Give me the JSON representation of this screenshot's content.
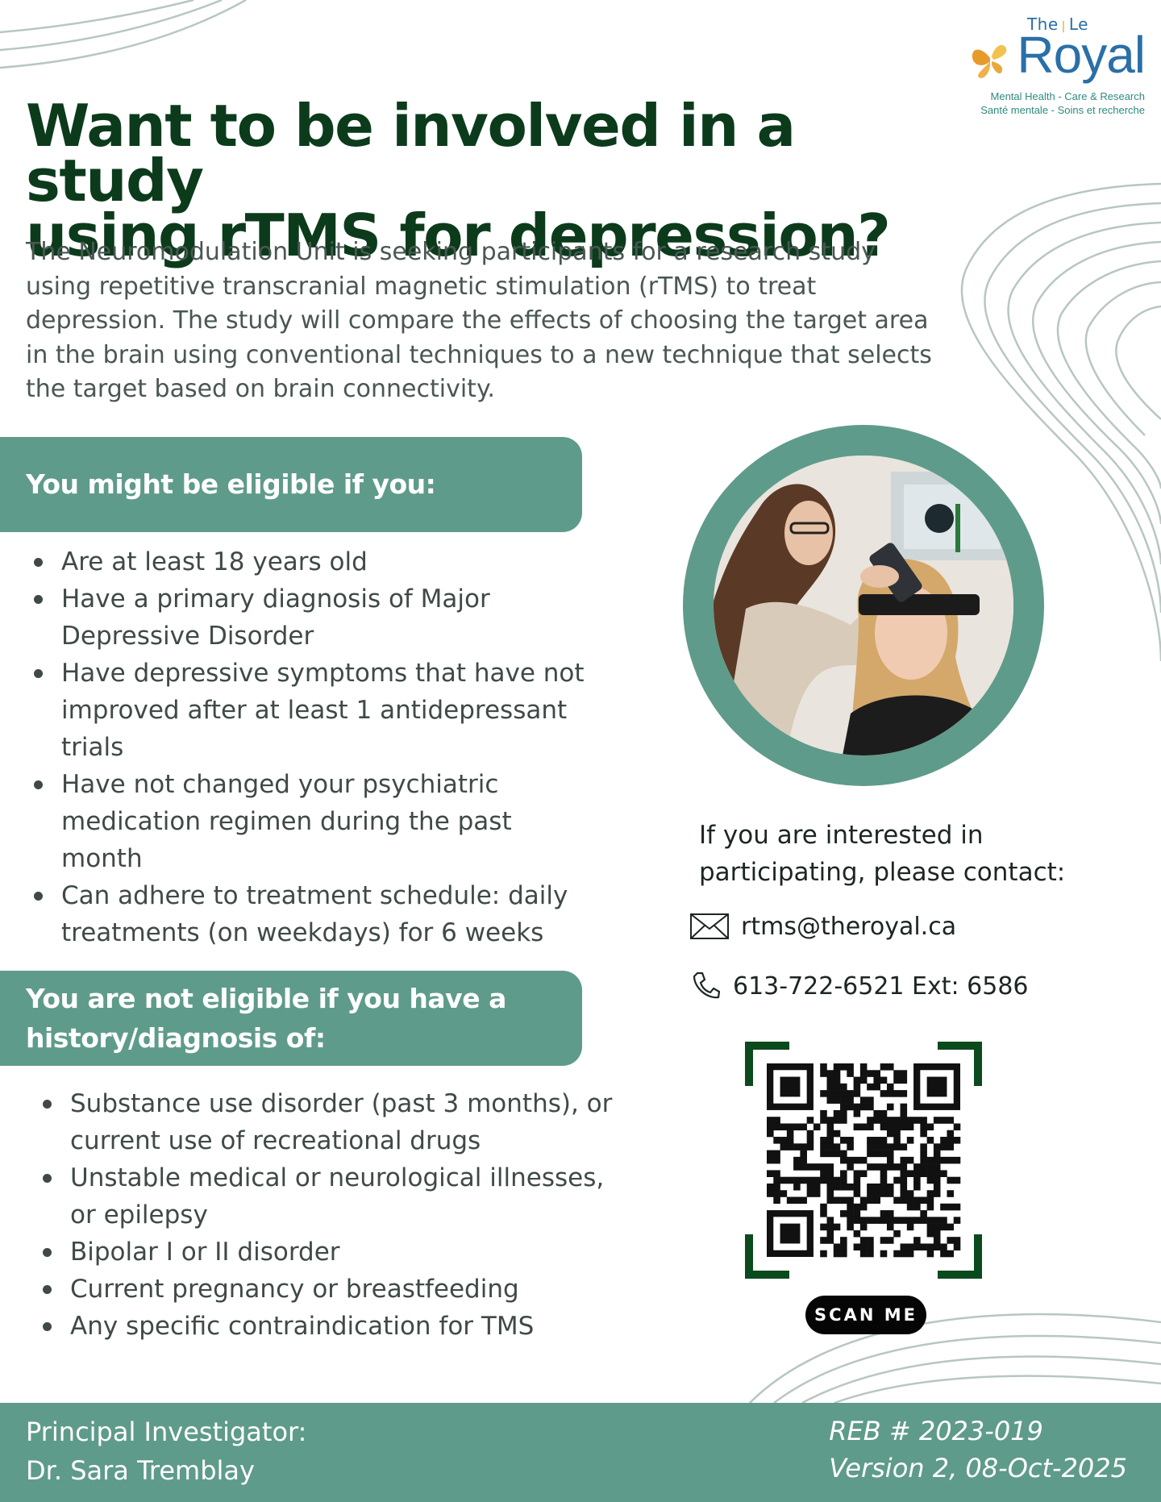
{
  "logo": {
    "the": "The",
    "le": "Le",
    "name": "Royal",
    "tagline_en": "Mental Health - Care & Research",
    "tagline_fr": "Santé mentale - Soins et recherche"
  },
  "headline": {
    "line1": "Want to be involved in a study",
    "line2": "using rTMS for depression?"
  },
  "intro": "The Neuromodulation Unit is seeking participants for a research study using repetitive transcranial magnetic stimulation (rTMS) to treat depression. The study will compare the effects of choosing the target area in the brain using conventional techniques to a new technique that selects the target based on brain connectivity.",
  "eligible": {
    "heading": "You might be eligible if you:",
    "items": [
      "Are at least 18 years old",
      "Have a primary diagnosis of Major Depressive Disorder",
      "Have depressive symptoms that have not improved after at least 1 antidepressant trials",
      "Have not changed your psychiatric medication regimen during the past month",
      "Can adhere to treatment schedule: daily treatments (on weekdays) for 6 weeks"
    ]
  },
  "not_eligible": {
    "heading_line1": "You are not eligible if you have a",
    "heading_line2": "history/diagnosis of:",
    "items": [
      "Substance use disorder (past 3 months), or current use of recreational drugs",
      "Unstable medical or neurological illnesses, or epilepsy",
      "Bipolar I or II disorder",
      "Current pregnancy or breastfeeding",
      "Any specific contraindication for TMS"
    ]
  },
  "contact": {
    "heading": "If you are interested in participating, please contact:",
    "email": "rtms@theroyal.ca",
    "phone": "613-722-6521 Ext: 6586",
    "email_icon": "envelope-icon",
    "phone_icon": "phone-icon"
  },
  "qr": {
    "label": "SCAN ME"
  },
  "footer": {
    "pi_label": "Principal Investigator:",
    "pi_name": "Dr. Sara Tremblay",
    "reb": "REB # 2023-019",
    "version": "Version 2, 08-Oct-2025"
  },
  "colors": {
    "accent": "#5f9b8a",
    "headline": "#0c3b1c",
    "brand_blue": "#2a6fa8",
    "brand_orange": "#e79a2c"
  }
}
